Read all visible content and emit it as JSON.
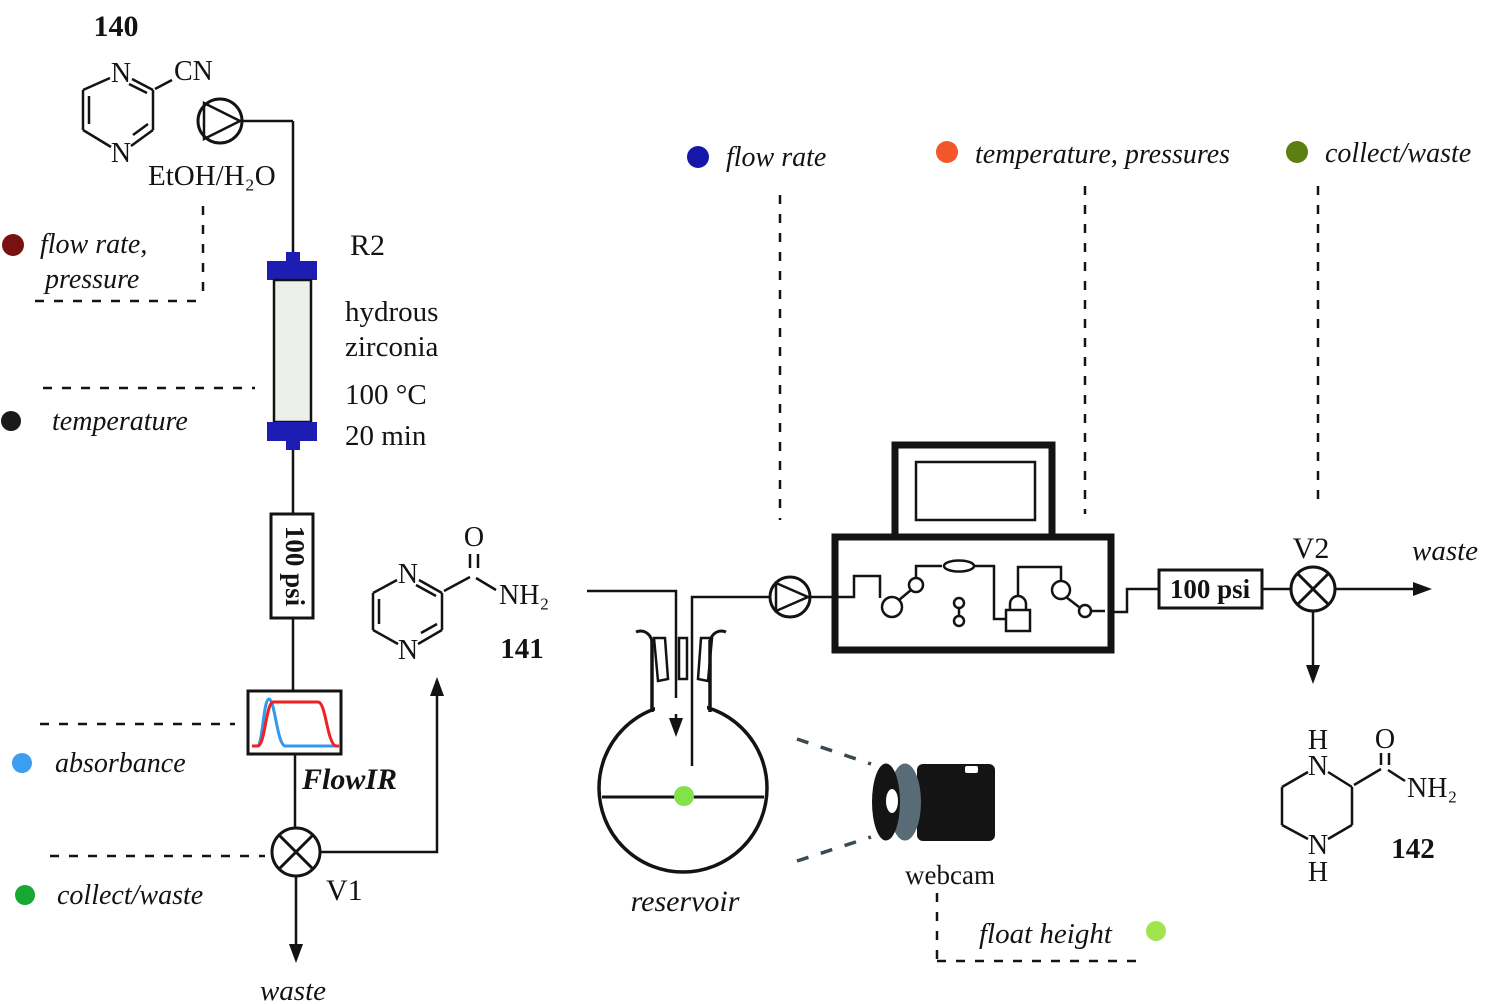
{
  "compounds": {
    "c140": "140",
    "c141": "141",
    "c142": "142"
  },
  "atoms": {
    "N": "N",
    "O": "O",
    "NH2": "NH₂",
    "H": "H",
    "CN": "CN"
  },
  "labels": {
    "solvent": "EtOH/H₂O",
    "reactor_name": "R2",
    "reactor_packing1": "hydrous",
    "reactor_packing2": "zirconia",
    "reactor_temp": "100 °C",
    "reactor_time": "20 min",
    "bpr": "100 psi",
    "flowir": "FlowIR",
    "valve1": "V1",
    "valve2": "V2",
    "waste": "waste",
    "reservoir": "reservoir",
    "webcam": "webcam",
    "float_height": "float height"
  },
  "legend_left": {
    "flow_rate_pressure": {
      "line1": "flow rate,",
      "line2": "pressure",
      "color": "#7A1111"
    },
    "temperature": {
      "label": "temperature",
      "color": "#1A1A1A"
    },
    "absorbance": {
      "label": "absorbance",
      "color": "#3D9EF0"
    },
    "collect_waste": {
      "label": "collect/waste",
      "color": "#17A834"
    }
  },
  "legend_right": {
    "flow_rate": {
      "label": "flow rate",
      "color": "#1617A9"
    },
    "temperature_pressures": {
      "label": "temperature, pressures",
      "color": "#F2562A"
    },
    "collect_waste": {
      "label": "collect/waste",
      "color": "#5D7F12"
    }
  },
  "colors": {
    "reactor_caps": "#1D1DB4",
    "reactor_bed": "#ECF0EB",
    "ir_red": "#EE2222",
    "ir_blue": "#3399EE",
    "float_dot": "#82E24A",
    "float_height_dot": "#A2E44E",
    "webcam_body": "#141414",
    "webcam_ring": "#5A6B78",
    "cone_dash": "#3B4A52"
  }
}
